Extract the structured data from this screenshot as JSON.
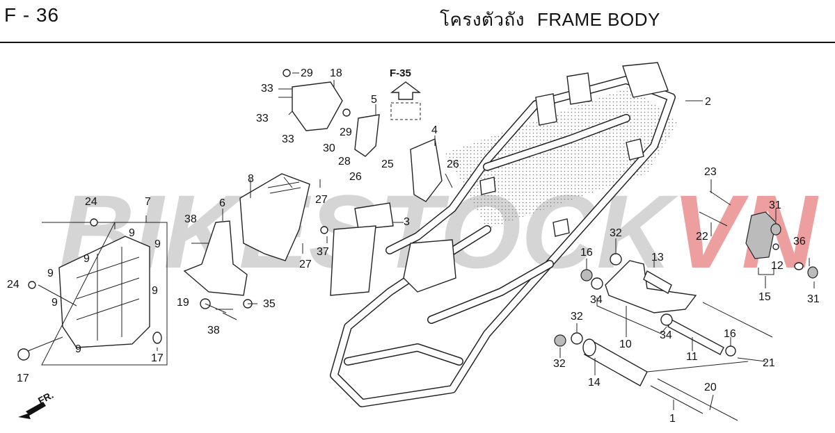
{
  "header": {
    "page_code": "F - 36",
    "title_thai": "โครงตัวถัง",
    "title_en": "FRAME BODY"
  },
  "reference": {
    "label": "F-35"
  },
  "direction": {
    "label": "FR."
  },
  "watermark": {
    "text_gray": "BIKESTOCK",
    "text_red": "VN",
    "color_gray": "#c8c8c8",
    "color_red": "#e87e7e"
  },
  "callouts": [
    {
      "id": "c29a",
      "label": "29"
    },
    {
      "id": "c18",
      "label": "18"
    },
    {
      "id": "c33a",
      "label": "33"
    },
    {
      "id": "c33b",
      "label": "33"
    },
    {
      "id": "c33c",
      "label": "33"
    },
    {
      "id": "c29b",
      "label": "29"
    },
    {
      "id": "c5",
      "label": "5"
    },
    {
      "id": "c4",
      "label": "4"
    },
    {
      "id": "c30",
      "label": "30"
    },
    {
      "id": "c28",
      "label": "28"
    },
    {
      "id": "c25",
      "label": "25"
    },
    {
      "id": "c26a",
      "label": "26"
    },
    {
      "id": "c26b",
      "label": "26"
    },
    {
      "id": "c8",
      "label": "8"
    },
    {
      "id": "c27a",
      "label": "27"
    },
    {
      "id": "c6",
      "label": "6"
    },
    {
      "id": "c3",
      "label": "3"
    },
    {
      "id": "c38a",
      "label": "38"
    },
    {
      "id": "c37",
      "label": "37"
    },
    {
      "id": "c27b",
      "label": "27"
    },
    {
      "id": "c19",
      "label": "19"
    },
    {
      "id": "c35",
      "label": "35"
    },
    {
      "id": "c38b",
      "label": "38"
    },
    {
      "id": "c24a",
      "label": "24"
    },
    {
      "id": "c7",
      "label": "7"
    },
    {
      "id": "c9a",
      "label": "9"
    },
    {
      "id": "c9b",
      "label": "9"
    },
    {
      "id": "c9c",
      "label": "9"
    },
    {
      "id": "c9d",
      "label": "9"
    },
    {
      "id": "c9e",
      "label": "9"
    },
    {
      "id": "c9f",
      "label": "9"
    },
    {
      "id": "c9g",
      "label": "9"
    },
    {
      "id": "c24b",
      "label": "24"
    },
    {
      "id": "c17a",
      "label": "17"
    },
    {
      "id": "c17b",
      "label": "17"
    },
    {
      "id": "c2",
      "label": "2"
    },
    {
      "id": "c23",
      "label": "23"
    },
    {
      "id": "c31a",
      "label": "31"
    },
    {
      "id": "c22",
      "label": "22"
    },
    {
      "id": "c32a",
      "label": "32"
    },
    {
      "id": "c16a",
      "label": "16"
    },
    {
      "id": "c13",
      "label": "13"
    },
    {
      "id": "c36",
      "label": "36"
    },
    {
      "id": "c12",
      "label": "12"
    },
    {
      "id": "c15",
      "label": "15"
    },
    {
      "id": "c31b",
      "label": "31"
    },
    {
      "id": "c34a",
      "label": "34"
    },
    {
      "id": "c34b",
      "label": "34"
    },
    {
      "id": "c10",
      "label": "10"
    },
    {
      "id": "c32b",
      "label": "32"
    },
    {
      "id": "c32c",
      "label": "32"
    },
    {
      "id": "c16b",
      "label": "16"
    },
    {
      "id": "c11",
      "label": "11"
    },
    {
      "id": "c21",
      "label": "21"
    },
    {
      "id": "c14",
      "label": "14"
    },
    {
      "id": "c20",
      "label": "20"
    },
    {
      "id": "c1",
      "label": "1"
    }
  ]
}
